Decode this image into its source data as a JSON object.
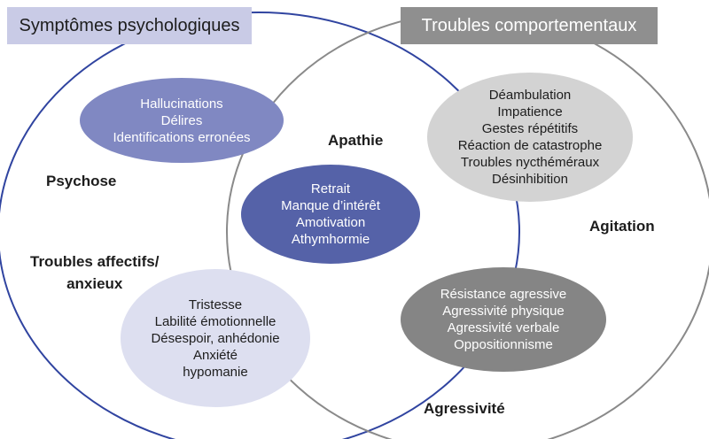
{
  "headers": {
    "left": "Symptômes psychologiques",
    "right": "Troubles comportementaux"
  },
  "colors": {
    "left_circle": "#3044a0",
    "right_circle": "#8a8a8a",
    "header_left_bg": "#c9cbe6",
    "header_right_bg": "#8f8f8f",
    "psychose_ellipse": "#8088c2",
    "apathie_ellipse": "#5562a8",
    "agitation_ellipse": "#d3d3d3",
    "agressivite_ellipse": "#858585",
    "affectifs_ellipse": "#dddff0"
  },
  "groups": {
    "psychose": {
      "label": "Psychose",
      "items": [
        "Hallucinations",
        "Délires",
        "Identifications erronées"
      ]
    },
    "apathie": {
      "label": "Apathie",
      "items": [
        "Retrait",
        "Manque d’intérêt",
        "Amotivation",
        "Athymhormie"
      ]
    },
    "agitation": {
      "label": "Agitation",
      "items": [
        "Déambulation",
        "Impatience",
        "Gestes répétitifs",
        "Réaction de catastrophe",
        "Troubles nycthéméraux",
        "Désinhibition"
      ]
    },
    "agressivite": {
      "label": "Agressivité",
      "items": [
        "Résistance agressive",
        "Agressivité physique",
        "Agressivité verbale",
        "Oppositionnisme"
      ]
    },
    "affectifs": {
      "label_line1": "Troubles affectifs/",
      "label_line2": "anxieux",
      "items": [
        "Tristesse",
        "Labilité émotionnelle",
        "Désespoir, anhédonie",
        "Anxiété",
        "hypomanie"
      ]
    }
  }
}
